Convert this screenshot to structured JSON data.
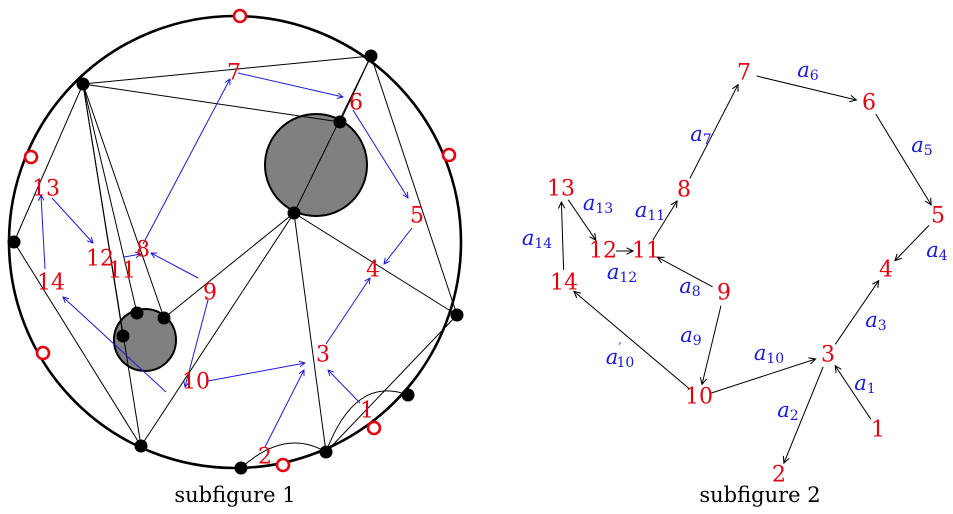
{
  "colors": {
    "label_red": "#e3000f",
    "arrow_blue": "#1a1adb",
    "hole_gray": "#808080",
    "black": "#000000"
  },
  "subfigure1": {
    "caption": "subfigure 1",
    "labels": [
      "1",
      "2",
      "3",
      "4",
      "5",
      "6",
      "7",
      "8",
      "9",
      "10",
      "11",
      "12",
      "13",
      "14"
    ]
  },
  "subfigure2": {
    "caption": "subfigure 2",
    "nodes": [
      "1",
      "2",
      "3",
      "4",
      "5",
      "6",
      "7",
      "8",
      "9",
      "10",
      "11",
      "12",
      "13",
      "14"
    ],
    "edges": [
      {
        "from": "1",
        "to": "3",
        "letter": "a",
        "sub": "1",
        "prime": ""
      },
      {
        "from": "3",
        "to": "2",
        "letter": "a",
        "sub": "2",
        "prime": ""
      },
      {
        "from": "3",
        "to": "4",
        "letter": "a",
        "sub": "3",
        "prime": ""
      },
      {
        "from": "5",
        "to": "4",
        "letter": "a",
        "sub": "4",
        "prime": ""
      },
      {
        "from": "6",
        "to": "5",
        "letter": "a",
        "sub": "5",
        "prime": ""
      },
      {
        "from": "7",
        "to": "6",
        "letter": "a",
        "sub": "6",
        "prime": ""
      },
      {
        "from": "8",
        "to": "7",
        "letter": "a",
        "sub": "7",
        "prime": ""
      },
      {
        "from": "9",
        "to": "11",
        "letter": "a",
        "sub": "8",
        "prime": ""
      },
      {
        "from": "9",
        "to": "10",
        "letter": "a",
        "sub": "9",
        "prime": ""
      },
      {
        "from": "10",
        "to": "3",
        "letter": "a",
        "sub": "10",
        "prime": ""
      },
      {
        "from": "10",
        "to": "14",
        "letter": "a",
        "sub": "10",
        "prime": "′"
      },
      {
        "from": "11",
        "to": "8",
        "letter": "a",
        "sub": "11",
        "prime": ""
      },
      {
        "from": "12",
        "to": "11",
        "letter": "a",
        "sub": "12",
        "prime": ""
      },
      {
        "from": "13",
        "to": "12",
        "letter": "a",
        "sub": "13",
        "prime": ""
      },
      {
        "from": "14",
        "to": "13",
        "letter": "a",
        "sub": "14",
        "prime": ""
      }
    ]
  }
}
